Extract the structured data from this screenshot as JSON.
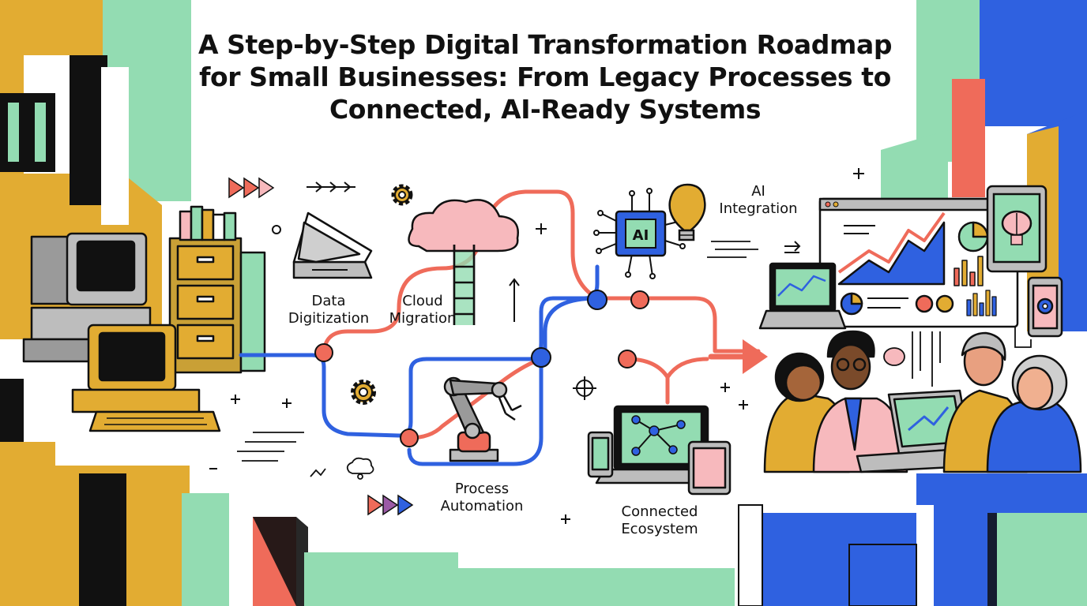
{
  "title": "A Step-by-Step Digital Transformation Roadmap for Small Businesses: From Legacy Processes to Connected, AI-Ready Systems",
  "stages": [
    {
      "label_line1": "Data",
      "label_line2": "Digitization",
      "icon": "scanner-icon"
    },
    {
      "label_line1": "Cloud",
      "label_line2": "Migration",
      "icon": "cloud-ladder-icon"
    },
    {
      "label_line1": "Process",
      "label_line2": "Automation",
      "icon": "robot-arm-icon"
    },
    {
      "label_line1": "Connected",
      "label_line2": "Ecosystem",
      "icon": "devices-network-icon"
    },
    {
      "label_line1": "AI",
      "label_line2": "Integration",
      "icon": "ai-chip-icon"
    }
  ],
  "chip_text": "AI",
  "colors": {
    "mustard": "#e2ac32",
    "mint": "#93dcb2",
    "coral": "#ef6b5a",
    "blue": "#2f61e0",
    "black": "#111111",
    "pink": "#f7b9bd"
  }
}
